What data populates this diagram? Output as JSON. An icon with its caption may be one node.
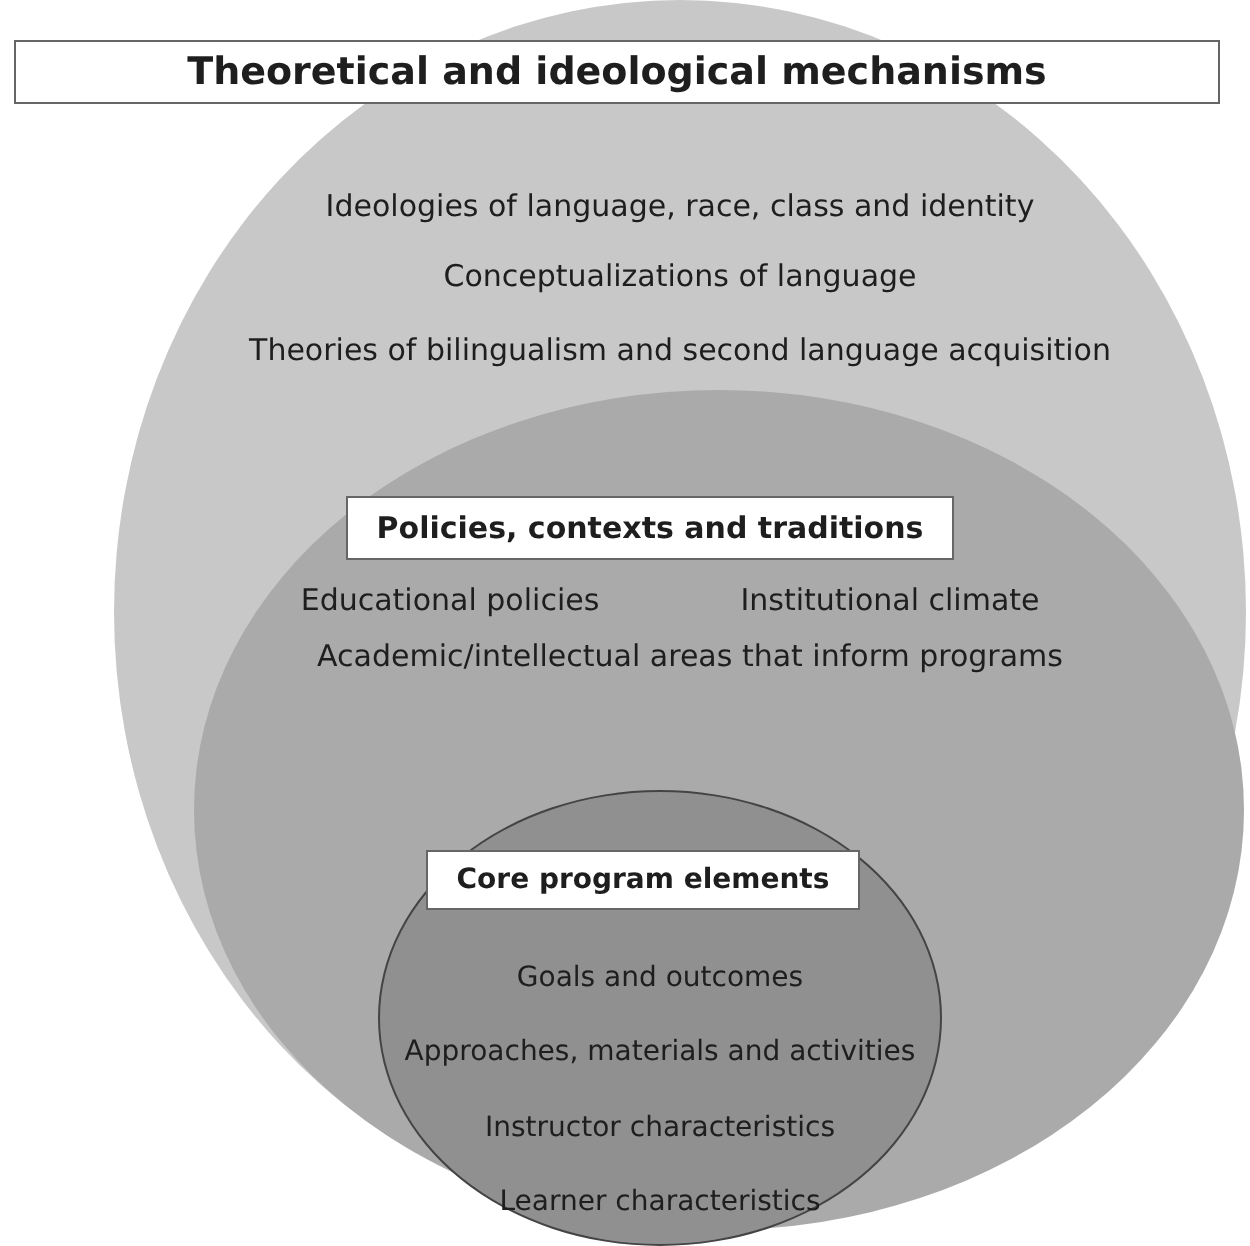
{
  "diagram": {
    "nodes": [
      {
        "text": [
          "Theoretical and ideological mechanisms",
          "Ideologies of language, race, class and identity",
          "Conceptualizations of language",
          "Theories of bilingualism and second language acquisition"
        ]
      },
      {
        "text": [
          "Policies, contexts and traditions",
          "Educational policies",
          "Institutional climate",
          "Academic/intellectual areas that inform programs"
        ],
        "in": 0
      },
      {
        "text": [
          "Core program elements",
          "Goals and outcomes",
          "Approaches, materials and activities",
          "Instructor characteristics",
          "Learner characteristics"
        ],
        "in": 1
      }
    ],
    "edges": []
  }
}
